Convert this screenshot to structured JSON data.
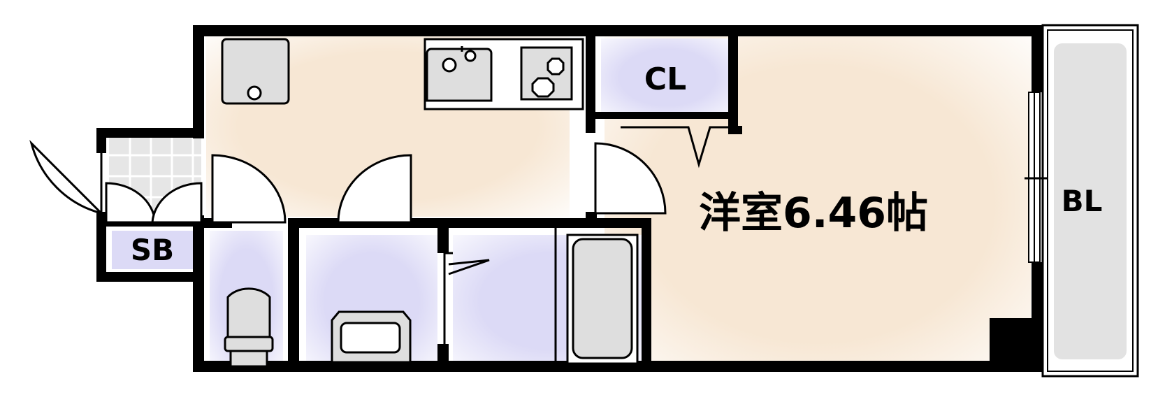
{
  "floor_plan": {
    "main_room": {
      "label": "洋室6.46帖"
    },
    "closet": {
      "label": "CL"
    },
    "shoe_box": {
      "label": "SB"
    },
    "balcony": {
      "label": "BL"
    }
  },
  "colors": {
    "wall": "#000000",
    "main_room_floor": "#f7e7d4",
    "wet_area_floor": "#dcdaf6",
    "closet_floor": "#dcdaf6",
    "balcony_floor": "#e2e2e2",
    "fixture_fill": "#dedede",
    "entrance_tile": "#e6e6e6"
  }
}
